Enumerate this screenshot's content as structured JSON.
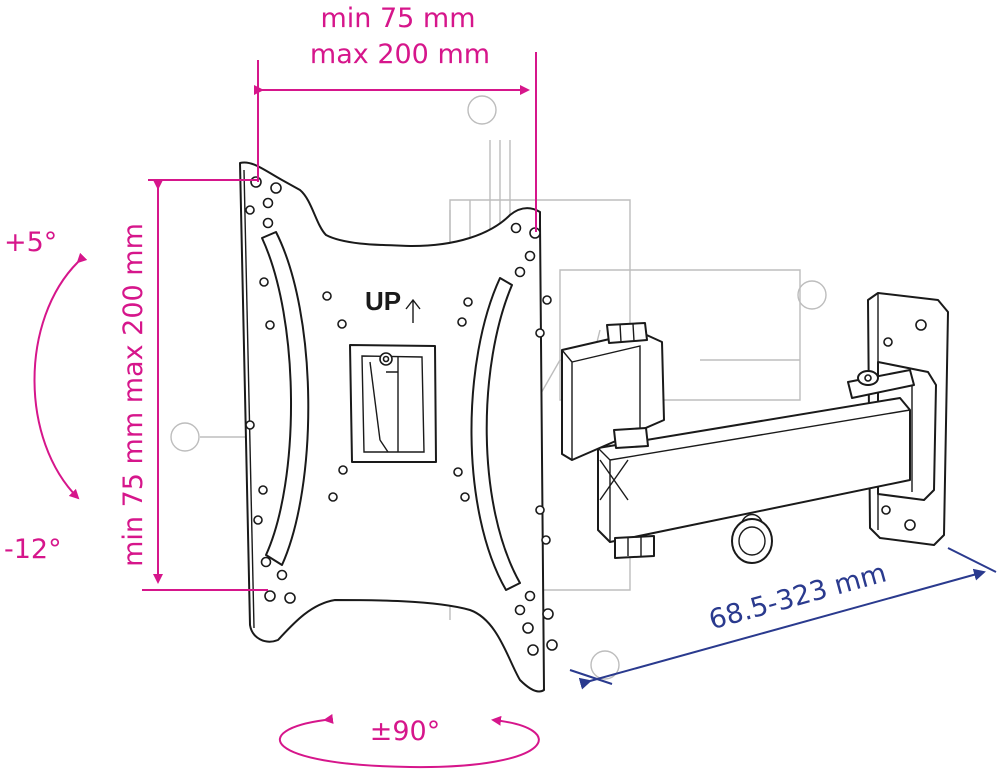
{
  "dimensions": {
    "width_min": "min 75 mm",
    "width_max": "max 200 mm",
    "height": "min 75 mm max 200 mm",
    "extension": "68.5-323 mm"
  },
  "tilt": {
    "up": "+5°",
    "down": "-12°"
  },
  "swivel": "±90°",
  "plate_marking": "UP",
  "colors": {
    "dimension": "#d6168b",
    "extension": "#2a3a8e",
    "line": "#1a1a1a"
  }
}
